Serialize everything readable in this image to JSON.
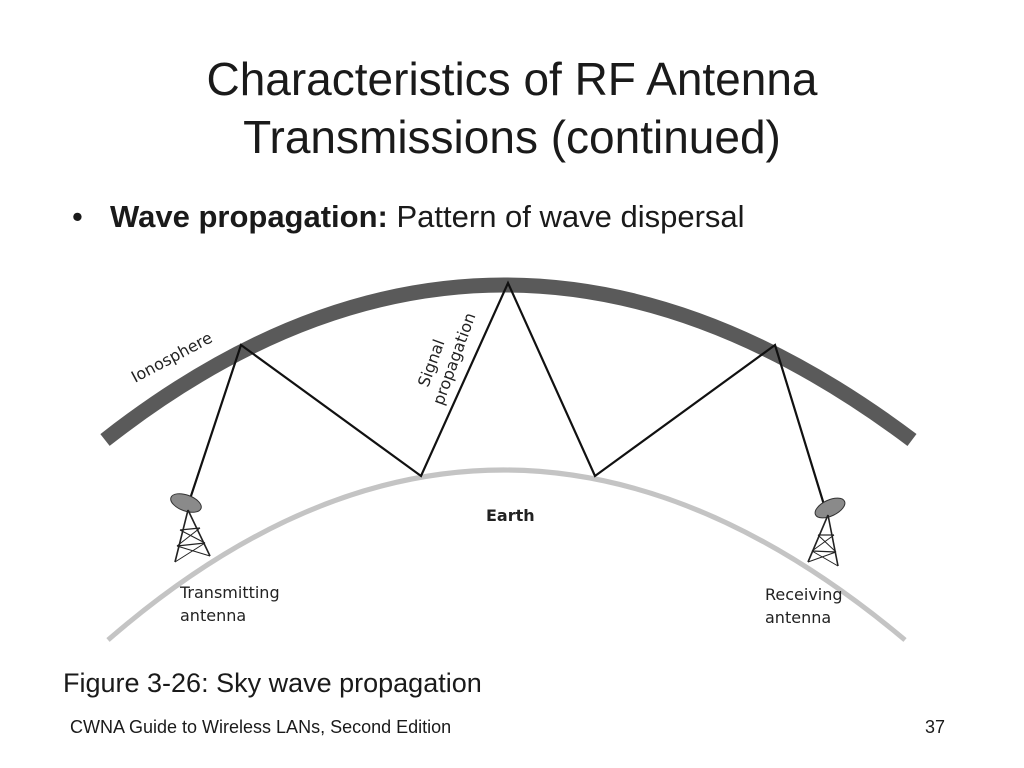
{
  "title": {
    "line1": "Characteristics of RF Antenna",
    "line2": "Transmissions (continued)"
  },
  "bullet": {
    "marker": "•",
    "term": "Wave propagation:",
    "text": " Pattern of wave dispersal"
  },
  "diagram": {
    "ionosphere_label": "Ionosphere",
    "signal_label_line1": "Signal",
    "signal_label_line2": "propagation",
    "earth_label": "Earth",
    "transmitting_line1": "Transmitting",
    "transmitting_line2": "antenna",
    "receiving_line1": "Receiving",
    "receiving_line2": "antenna",
    "colors": {
      "ionosphere": "#5a5a5a",
      "earth": "#c4c4c4",
      "signal": "#111111"
    }
  },
  "caption": "Figure 3-26: Sky wave propagation",
  "footer": {
    "source": "CWNA Guide to Wireless LANs, Second Edition",
    "page_number": "37"
  }
}
